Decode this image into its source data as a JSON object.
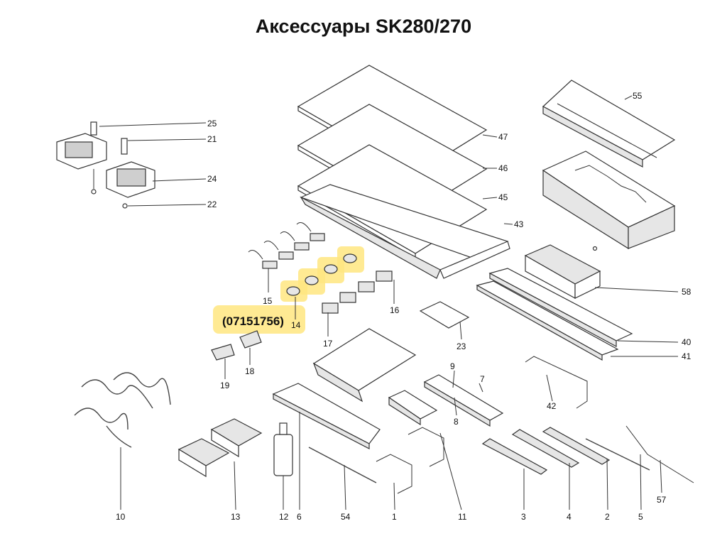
{
  "title": "Аксессуары SK280/270",
  "highlight_code": "(07151756)",
  "labels": {
    "p1": "1",
    "p2": "2",
    "p3": "3",
    "p4": "4",
    "p5": "5",
    "p6": "6",
    "p7": "7",
    "p8": "8",
    "p9": "9",
    "p10": "10",
    "p11": "11",
    "p12": "12",
    "p13": "13",
    "p14": "14",
    "p15": "15",
    "p16": "16",
    "p17": "17",
    "p18": "18",
    "p19": "19",
    "p21": "21",
    "p22": "22",
    "p23": "23",
    "p24": "24",
    "p25": "25",
    "p40": "40",
    "p41": "41",
    "p42": "42",
    "p43": "43",
    "p45": "45",
    "p46": "46",
    "p47": "47",
    "p54": "54",
    "p55": "55",
    "p57": "57",
    "p58": "58"
  }
}
